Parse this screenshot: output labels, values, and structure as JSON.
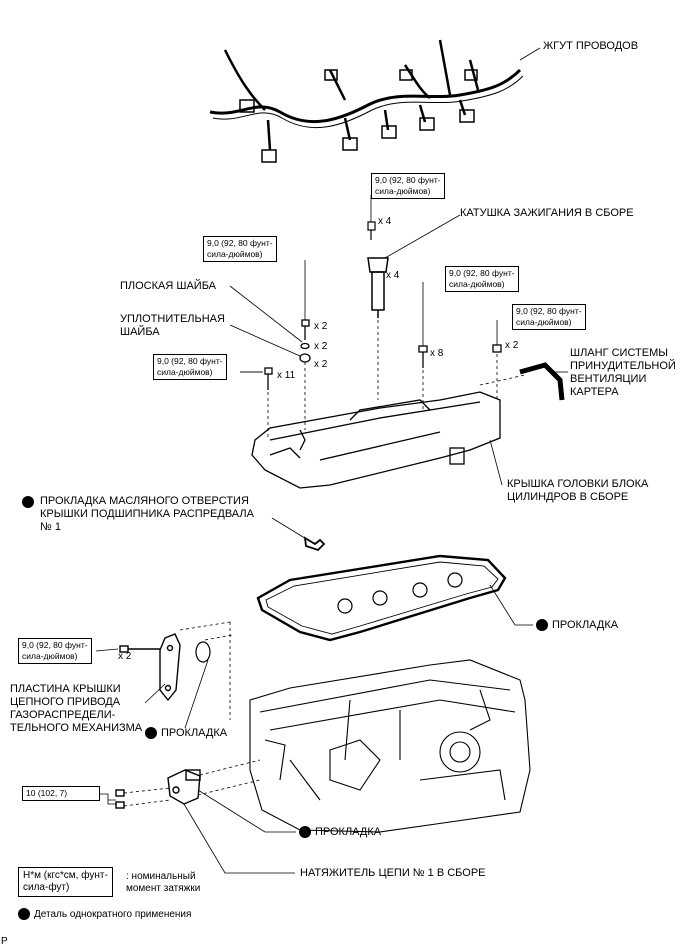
{
  "labels": {
    "harness": "ЖГУТ ПРОВОДОВ",
    "ignition_coil": "КАТУШКА ЗАЖИГАНИЯ В СБОРЕ",
    "flat_washer": "ПЛОСКАЯ ШАЙБА",
    "seal_washer": "УПЛОТНИТЕЛЬНАЯ\nШАЙБА",
    "pcv_hose": "ШЛАНГ СИСТЕМЫ\nПРИНУДИТЕЛЬНОЙ\nВЕНТИЛЯЦИИ\nКАРТЕРА",
    "head_cover": "КРЫШКА ГОЛОВКИ БЛОКА\nЦИЛИНДРОВ В СБОРЕ",
    "bearing_cap_gasket": "ПРОКЛАДКА МАСЛЯНОГО ОТВЕРСТИЯ\nКРЫШКИ ПОДШИПНИКА РАСПРЕДВАЛА\n№ 1",
    "gasket": "ПРОКЛАДКА",
    "chain_cover_plate": "ПЛАСТИНА КРЫШКИ\nЦЕПНОГО ПРИВОДА\nГАЗОРАСПРЕДЕЛИ-\nТЕЛЬНОГО МЕХАНИЗМА",
    "tensioner": "НАТЯЖИТЕЛЬ ЦЕПИ № 1 В СБОРЕ"
  },
  "torques": {
    "t9": "9,0 (92, 80 фунт-\nсила-дюймов)",
    "t10": "10 (102, 7)"
  },
  "quantities": {
    "x2": "x 2",
    "x4": "x 4",
    "x8": "x 8",
    "x11": "x 11"
  },
  "legend": {
    "units_box": "Н*м (кгс*см, фунт-\nсила-фут)",
    "units_desc": ": номинальный\nмомент затяжки",
    "nonreusable": "Деталь однократного применения"
  },
  "corner_mark": "P"
}
